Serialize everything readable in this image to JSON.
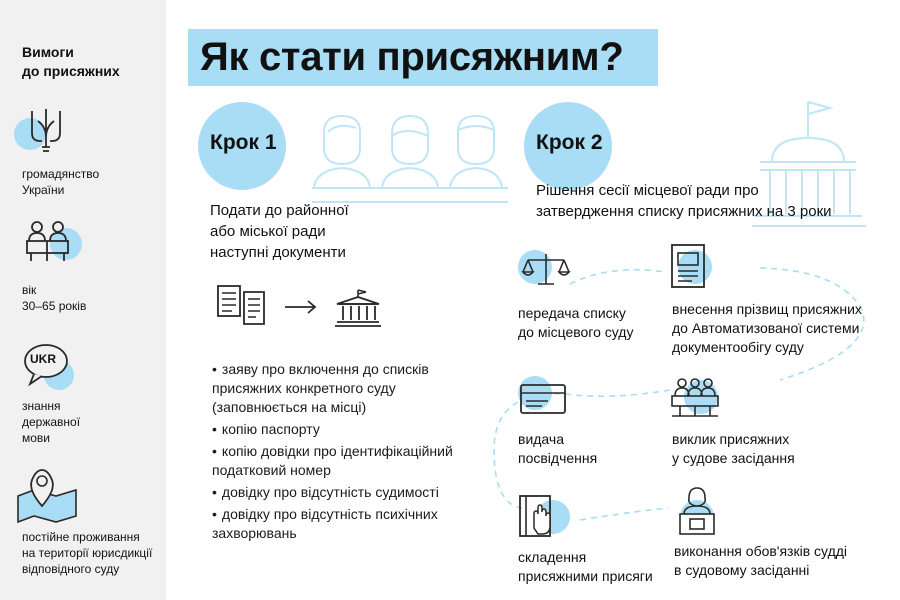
{
  "sidebar": {
    "title": "Вимоги\nдо присяжних",
    "requirements": [
      {
        "icon": "trident-icon",
        "label": "громадянство\nУкраїни"
      },
      {
        "icon": "people-icon",
        "label": "вік\n30–65 років"
      },
      {
        "icon": "speech-bubble-icon",
        "badge": "UKR",
        "label": "знання\nдержавної\nмови"
      },
      {
        "icon": "map-pin-icon",
        "label": "постійне проживання\nна території юрисдикції\nвідповідного суду"
      }
    ]
  },
  "title": "Як стати присяжним?",
  "step1": {
    "label": "Крок 1",
    "intro": "Подати до районної\nабо міської ради\nнаступні документи",
    "documents": [
      "заяву про включення до списків присяжних конкретного суду (заповнюється на місці)",
      "копію паспорту",
      "копію довідки про ідентифікаційний податковий номер",
      "довідку про відсутність судимості",
      "довідку про відсутність психічних захворювань"
    ]
  },
  "step2": {
    "label": "Крок 2",
    "intro": "Рішення сесії місцевої ради про\nзатвердження списку присяжних на 3 роки",
    "process": [
      {
        "icon": "scales-icon",
        "label": "передача списку\nдо місцевого суду"
      },
      {
        "icon": "document-register-icon",
        "label": "внесення прізвищ присяжних\nдо Автоматизованої системи\nдокументообігу суду"
      },
      {
        "icon": "id-card-icon",
        "label": "видача\nпосвідчення"
      },
      {
        "icon": "jury-box-icon",
        "label": "виклик присяжних\nу судове засідання"
      },
      {
        "icon": "oath-book-icon",
        "label": "складення\nприсяжними присяги"
      },
      {
        "icon": "judge-icon",
        "label": "виконання обов'язків судді\nв судовому засіданні"
      }
    ]
  },
  "colors": {
    "accent": "#a8ddf5",
    "sidebar_bg": "#f1f1f1",
    "line": "#2a2a2a",
    "decor_line": "#bfe6f7"
  }
}
